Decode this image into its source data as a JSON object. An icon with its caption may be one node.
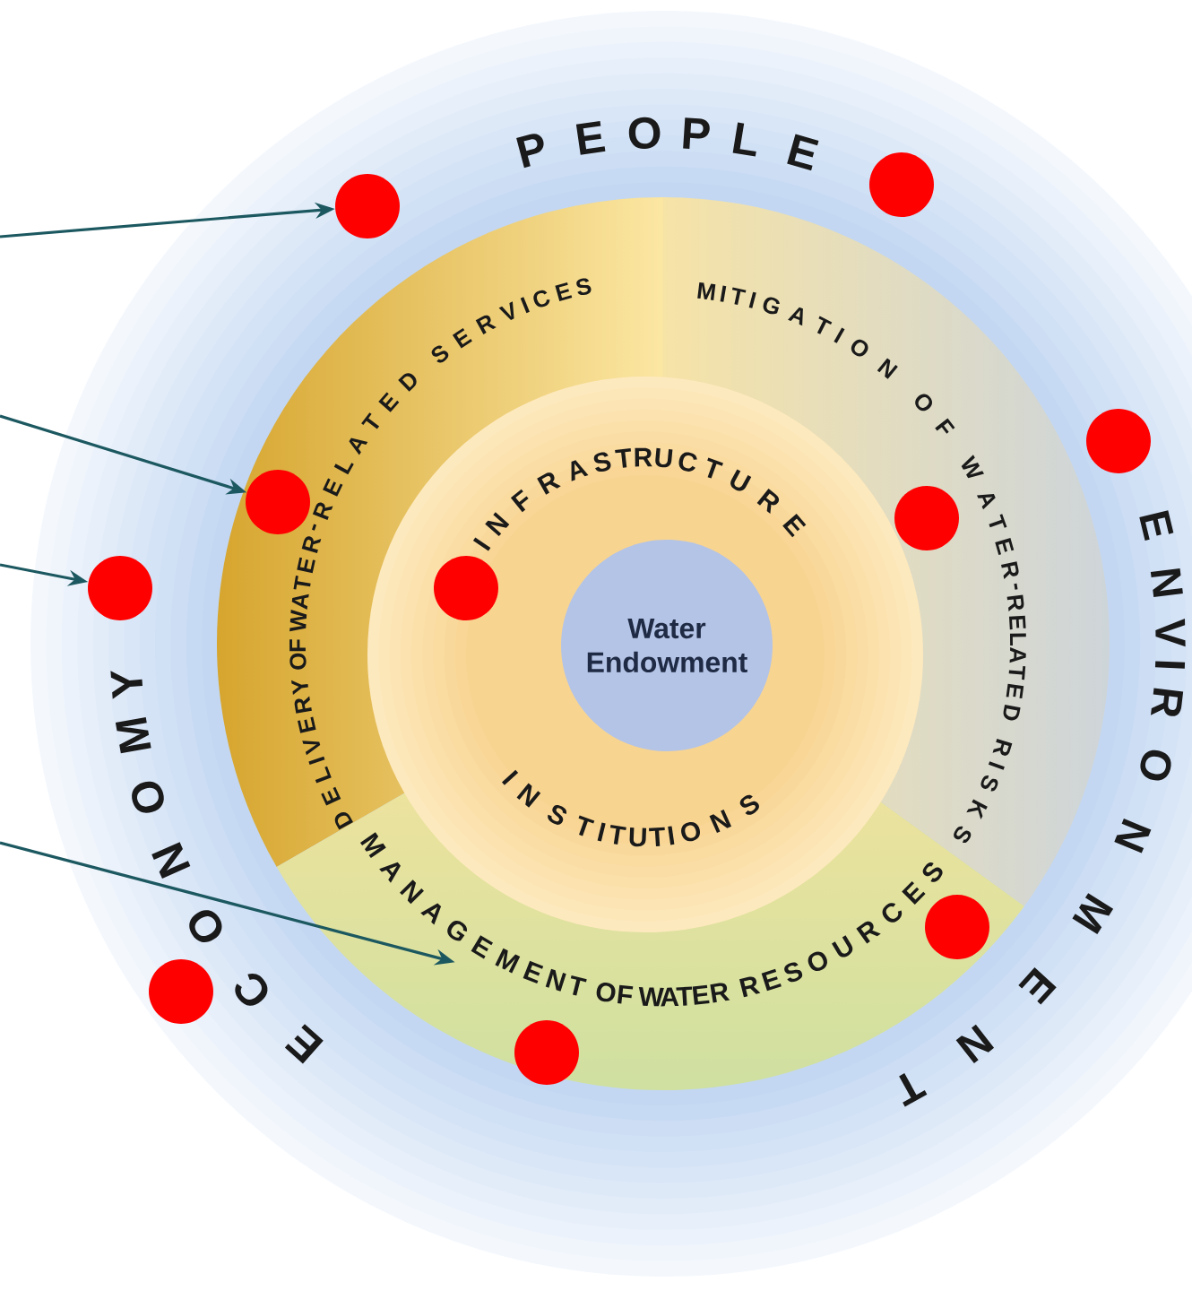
{
  "diagram": {
    "nodes": [
      {
        "text": [
          "PEOPLE",
          "ENVIRONMENT",
          "ECONOMY"
        ]
      },
      {
        "text": [
          "DELIVERY OF WATER-RELATED SERVICES"
        ],
        "in": 0
      },
      {
        "text": [
          "MITIGATION OF WATER-RELATED RISKS"
        ],
        "in": 0
      },
      {
        "text": [
          "MANAGEMENT OF WATER RESOURCES"
        ],
        "in": 0
      },
      {
        "text": [
          "INFRASTRUCTURE",
          "INSTITUTIONS"
        ],
        "in": 0
      },
      {
        "text": [
          "Water Endowment"
        ],
        "in": 4
      },
      {
        "text": [],
        "shape": "circle",
        "in": 0
      },
      {
        "text": [],
        "shape": "circle",
        "in": 0
      },
      {
        "text": [],
        "shape": "circle",
        "in": 0
      },
      {
        "text": [],
        "shape": "circle",
        "in": 0
      },
      {
        "text": [],
        "shape": "circle",
        "in": 0
      },
      {
        "text": [],
        "shape": "circle",
        "in": 0
      },
      {
        "text": [],
        "shape": "circle",
        "in": 4
      },
      {
        "text": [],
        "shape": "circle",
        "in": 0
      },
      {
        "text": [],
        "shape": "circle",
        "in": 0
      },
      {
        "text": [],
        "shape": "circle",
        "in": 0
      }
    ],
    "edges": [
      {
        "from": null,
        "to": 7,
        "arrow": "to"
      },
      {
        "from": null,
        "to": 9,
        "arrow": "to"
      },
      {
        "from": null,
        "to": 11,
        "arrow": "to"
      },
      {
        "from": null,
        "to": 3,
        "arrow": "to"
      }
    ]
  }
}
